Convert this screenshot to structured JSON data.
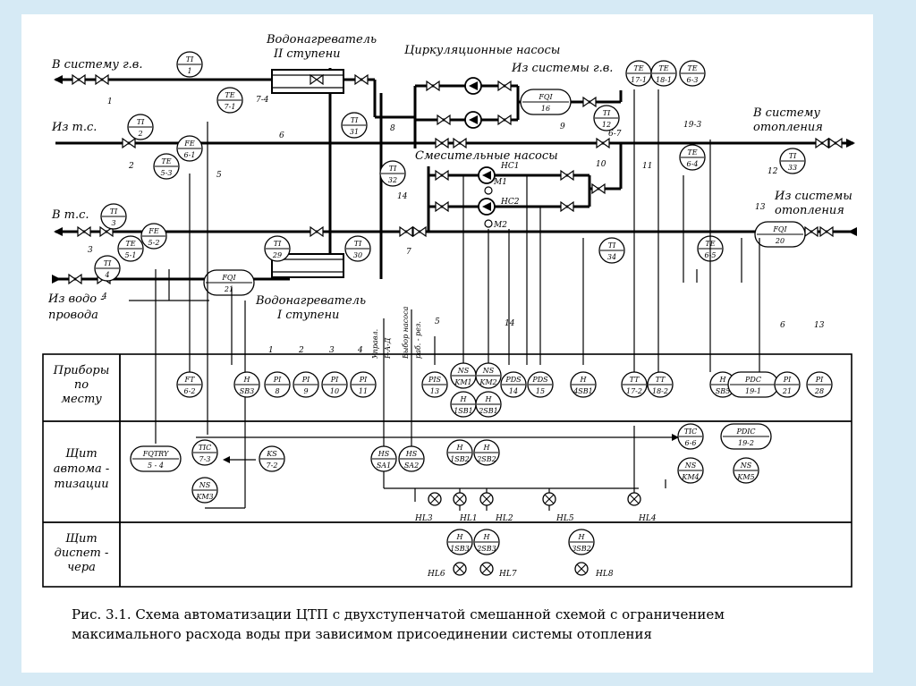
{
  "pipes": {
    "hw_supply": "В систему г.в.",
    "from_ts": "Из т.с.",
    "to_ts": "В т.с.",
    "from_water_line1": "Из водо -",
    "from_water_line2": "провода",
    "from_hw": "Из системы г.в.",
    "to_heat_line1": "В систему",
    "to_heat_line2": "отопления",
    "from_heat_line1": "Из системы",
    "from_heat_line2": "отопления"
  },
  "equipment": {
    "heater2_line1": "Водонагреватель",
    "heater2_line2": "II ступени",
    "heater1_line1": "Водонагреватель",
    "heater1_line2": "I ступени",
    "circ_pumps": "Циркуляционные насосы",
    "mix_pumps": "Смесительные насосы",
    "hc1": "НС1",
    "hc2": "НС2",
    "m1": "М1",
    "m2": "М2"
  },
  "instruments": [
    {
      "top": "TI",
      "bot": "1"
    },
    {
      "top": "TE",
      "bot": "7-1"
    },
    {
      "top": "TI",
      "bot": "2"
    },
    {
      "top": "FE",
      "bot": "6-1"
    },
    {
      "top": "TE",
      "bot": "5-3"
    },
    {
      "top": "TI",
      "bot": "31"
    },
    {
      "top": "TI",
      "bot": "32"
    },
    {
      "top": "TI",
      "bot": "3"
    },
    {
      "top": "FE",
      "bot": "5-2"
    },
    {
      "top": "TE",
      "bot": "5-1"
    },
    {
      "top": "TI",
      "bot": "4"
    },
    {
      "top": "FQI",
      "bot": "21"
    },
    {
      "top": "TI",
      "bot": "29"
    },
    {
      "top": "TI",
      "bot": "30"
    },
    {
      "top": "FQI",
      "bot": "16"
    },
    {
      "top": "TI",
      "bot": "12"
    },
    {
      "top": "TE",
      "bot": "17-1"
    },
    {
      "top": "TE",
      "bot": "18-1"
    },
    {
      "top": "TE",
      "bot": "6-3"
    },
    {
      "top": "TE",
      "bot": "6-4"
    },
    {
      "top": "TI",
      "bot": "33"
    },
    {
      "top": "FQI",
      "bot": "20"
    },
    {
      "top": "TI",
      "bot": "34"
    },
    {
      "top": "TE",
      "bot": "6-5"
    }
  ],
  "row_labels": {
    "r1": [
      "Приборы",
      "по",
      "месту"
    ],
    "r2": [
      "Щит",
      "автома -",
      "тизации"
    ],
    "r3": [
      "Щит",
      "диспет -",
      "чера"
    ]
  },
  "local_devices": [
    {
      "top": "FT",
      "bot": "6-2"
    },
    {
      "top": "H",
      "bot": "SB3"
    },
    {
      "top": "PI",
      "bot": "8"
    },
    {
      "top": "PI",
      "bot": "9"
    },
    {
      "top": "PI",
      "bot": "10"
    },
    {
      "top": "PI",
      "bot": "11"
    },
    {
      "top": "PIS",
      "bot": "13"
    },
    {
      "top": "NS",
      "bot": "KM1"
    },
    {
      "top": "NS",
      "bot": "KM2"
    },
    {
      "top": "PDS",
      "bot": "14"
    },
    {
      "top": "PDS",
      "bot": "15"
    },
    {
      "top": "H",
      "bot": "4SB1"
    },
    {
      "top": "TT",
      "bot": "17-2"
    },
    {
      "top": "TT",
      "bot": "18-2"
    },
    {
      "top": "H",
      "bot": "SB5"
    },
    {
      "top": "PDC",
      "bot": "19-1"
    },
    {
      "top": "PI",
      "bot": "21"
    },
    {
      "top": "PI",
      "bot": "28"
    }
  ],
  "auto_panel": [
    {
      "top": "FQTRY",
      "bot": "5 - 4"
    },
    {
      "top": "TIC",
      "bot": "7-3"
    },
    {
      "top": "KS",
      "bot": "7-2"
    },
    {
      "top": "NS",
      "bot": "KM3"
    },
    {
      "top": "HS",
      "bot": "SA1"
    },
    {
      "top": "HS",
      "bot": "SA2"
    },
    {
      "top": "H",
      "bot": "1SB2"
    },
    {
      "top": "H",
      "bot": "2SB2"
    },
    {
      "top": "TIC",
      "bot": "6-6"
    },
    {
      "top": "NS",
      "bot": "KM4"
    },
    {
      "top": "PDIC",
      "bot": "19-2"
    },
    {
      "top": "NS",
      "bot": "KM5"
    },
    {
      "top": "H",
      "bot": "1SB1"
    },
    {
      "top": "H",
      "bot": "2SB1"
    }
  ],
  "disp_panel": [
    {
      "top": "H",
      "bot": "1SB3"
    },
    {
      "top": "H",
      "bot": "2SB3"
    },
    {
      "top": "H",
      "bot": "3SB2"
    }
  ],
  "lamps": [
    "HL3",
    "HL1",
    "HL2",
    "HL5",
    "HL4",
    "HL6",
    "HL7",
    "HL8"
  ],
  "vertical_texts": [
    "Управл.",
    "Р-А-Д",
    "Выбор насоса",
    "раб. - рез."
  ],
  "numbers": [
    "1",
    "2",
    "3",
    "4",
    "5",
    "6",
    "7",
    "7-4",
    "8",
    "9",
    "10",
    "11",
    "12",
    "13",
    "14",
    "6-7",
    "19-3",
    "1",
    "2",
    "3",
    "4",
    "5",
    "14",
    "6",
    "13"
  ],
  "caption_line1": "Рис. 3.1. Схема автоматизации ЦТП с двухступенчатой смешанной схемой с ограничением",
  "caption_line2": "максимального расхода воды при зависимом  присоединении системы отопления"
}
